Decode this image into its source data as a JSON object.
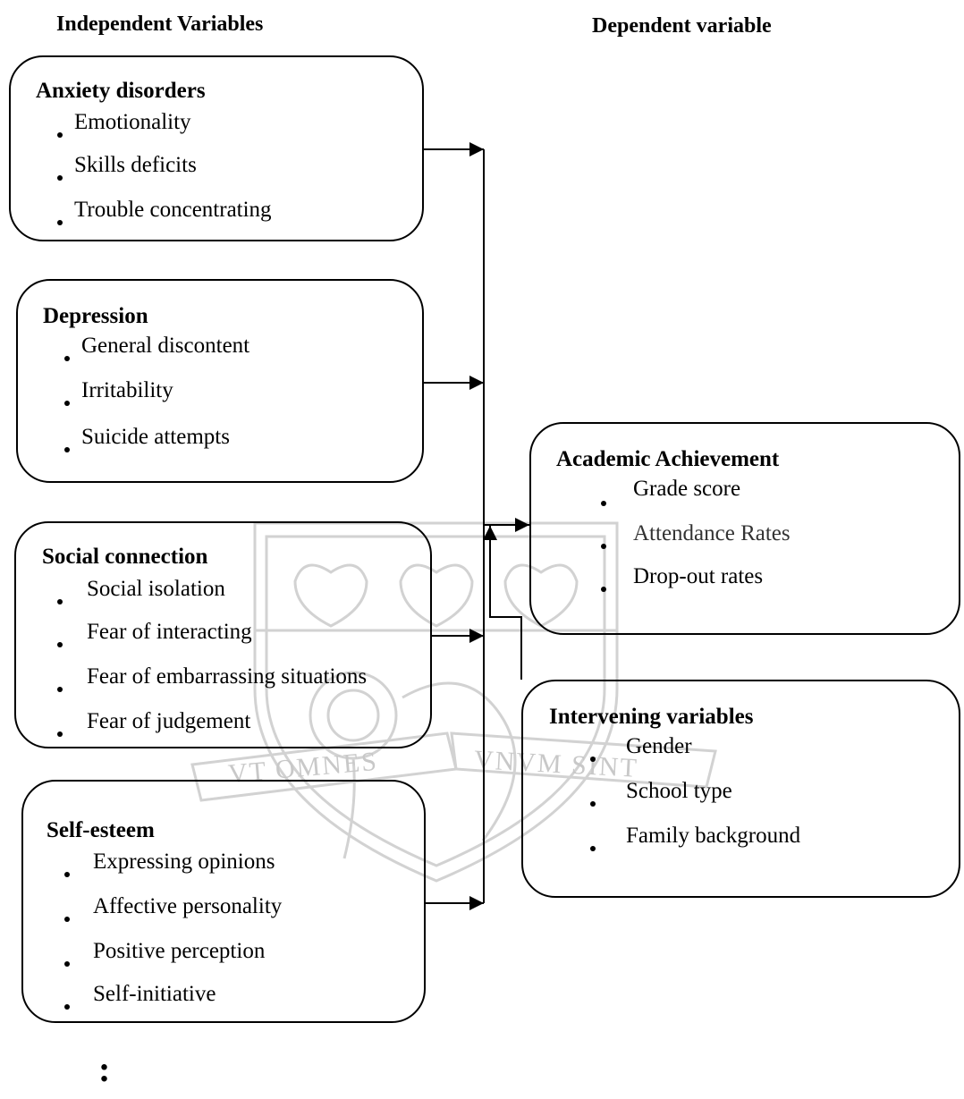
{
  "headings": {
    "independent": "Independent Variables",
    "dependent": "Dependent variable"
  },
  "boxes": {
    "anxiety": {
      "title": "Anxiety disorders",
      "items": [
        "Emotionality",
        "Skills deficits",
        "Trouble concentrating"
      ]
    },
    "depression": {
      "title": "Depression",
      "items": [
        "General discontent",
        "Irritability",
        "Suicide attempts"
      ]
    },
    "social": {
      "title": "Social connection",
      "items": [
        "Social isolation",
        "Fear of interacting",
        "Fear of embarrassing situations",
        "Fear of judgement"
      ]
    },
    "selfesteem": {
      "title": "Self-esteem",
      "items": [
        "Expressing opinions",
        "Affective personality",
        "Positive perception",
        "Self-initiative"
      ]
    },
    "academic": {
      "title": "Academic Achievement",
      "items": [
        "Grade score",
        "Attendance Rates",
        "Drop-out rates"
      ]
    },
    "intervening": {
      "title": "Intervening variables",
      "items": [
        "Gender",
        "School type",
        "Family background"
      ]
    }
  },
  "watermark": {
    "left_ribbon": "VT OMNES",
    "right_ribbon": "VNVM SINT",
    "color": "#c8c8c8"
  },
  "footer_mark": ":"
}
